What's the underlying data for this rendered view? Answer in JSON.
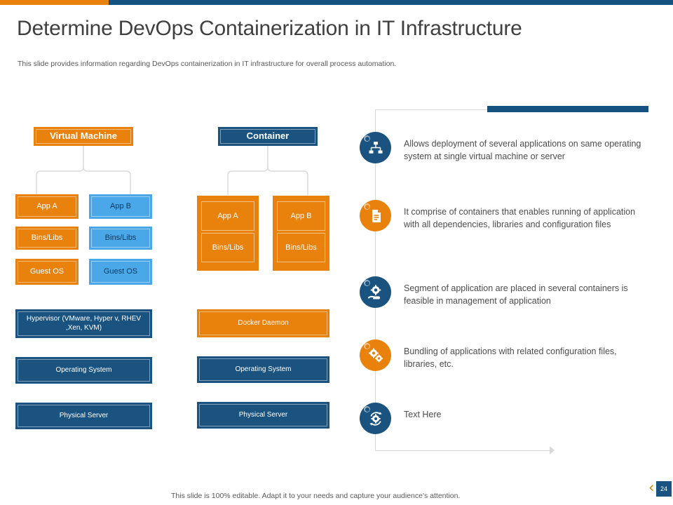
{
  "theme": {
    "orange": "#E8820C",
    "dark_blue": "#1A5380",
    "accent_blue": "#15527F",
    "light_blue": "#4BA8E8",
    "text_gray": "#4D4D4D",
    "rule_gray": "#D9D9D9"
  },
  "header": {
    "title": "Determine DevOps Containerization in IT Infrastructure",
    "subtitle": "This slide provides information regarding DevOps containerization in IT infrastructure for overall process automation."
  },
  "vm_diagram": {
    "header_label": "Virtual Machine",
    "columns": [
      {
        "app": "App A",
        "bins": "Bins/Libs",
        "guest_os": "Guest OS",
        "color": "orange"
      },
      {
        "app": "App B",
        "bins": "Bins/Libs",
        "guest_os": "Guest OS",
        "color": "lightblue"
      }
    ],
    "stack": [
      "Hypervisor (VMware, Hyper v, RHEV ,Xen, KVM)",
      "Operating System",
      "Physical Server"
    ]
  },
  "container_diagram": {
    "header_label": "Container",
    "columns": [
      {
        "app": "App A",
        "bins": "Bins/Libs"
      },
      {
        "app": "App B",
        "bins": "Bins/Libs"
      }
    ],
    "stack": [
      "Docker Daemon",
      "Operating System",
      "Physical Server"
    ]
  },
  "bullets": [
    {
      "icon": "sitemap-icon",
      "icon_color": "blue",
      "text": "Allows deployment of several applications on same operating system at single virtual machine or server"
    },
    {
      "icon": "document-icon",
      "icon_color": "orange",
      "text": "It comprise of containers that enables running of application with all dependencies, libraries and configuration files"
    },
    {
      "icon": "hand-gear-icon",
      "icon_color": "blue",
      "text": "Segment of application are placed in several containers is feasible in management of application"
    },
    {
      "icon": "gears-icon",
      "icon_color": "orange",
      "text": "Bundling of applications with related configuration files, libraries, etc."
    },
    {
      "icon": "gear-refresh-icon",
      "icon_color": "blue",
      "text": "Text Here"
    }
  ],
  "footer": {
    "note": "This slide is 100% editable. Adapt it to your needs and capture your audience's attention.",
    "page_number": "24",
    "chevron": "‹"
  }
}
